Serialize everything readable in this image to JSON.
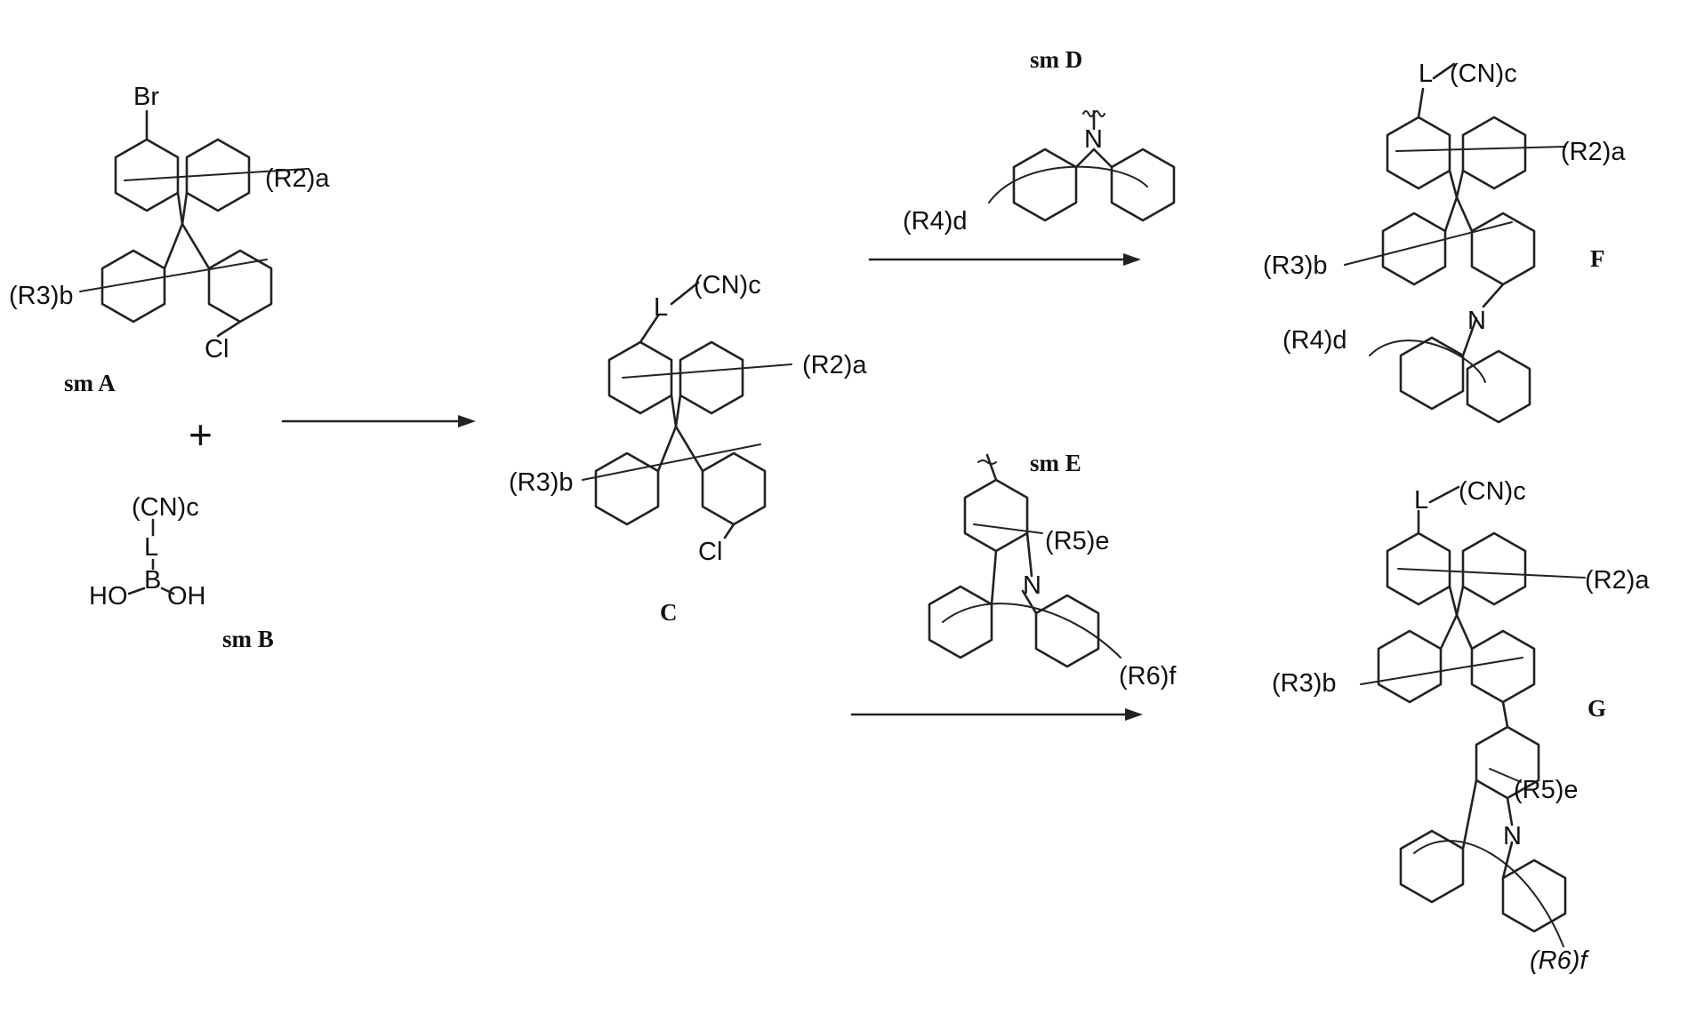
{
  "colors": {
    "ink": "#222222",
    "background": "#ffffff"
  },
  "labels": {
    "smA": "sm A",
    "smB": "sm B",
    "smD": "sm D",
    "smE": "sm E",
    "C": "C",
    "F": "F",
    "G": "G",
    "plus": "+"
  },
  "atoms": {
    "Br": "Br",
    "Cl": "Cl",
    "N": "N",
    "L": "L",
    "B": "B",
    "HO": "HO",
    "OH": "OH"
  },
  "substituents": {
    "R2a": "(R2)a",
    "R3b": "(R3)b",
    "R4d": "(R4)d",
    "R5e": "(R5)e",
    "R6f": "(R6)f",
    "CNc": "(CN)c"
  }
}
